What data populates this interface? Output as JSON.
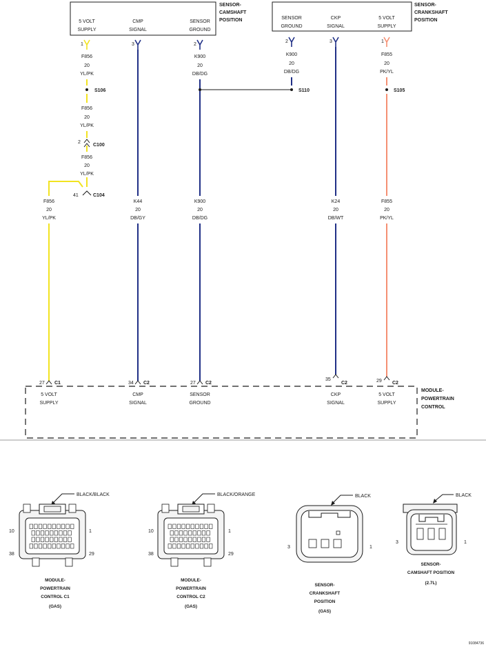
{
  "colors": {
    "yellow": "#f2e320",
    "blue": "#1f2f86",
    "pink": "#f58f72",
    "line": "#1a1a1a",
    "divider": "#999999",
    "connector_fill": "#f4f4f4"
  },
  "components": {
    "cam_sensor": {
      "title_1": "SENSOR-",
      "title_2": "CAMSHAFT",
      "title_3": "POSITION",
      "pins": [
        {
          "label_1": "5 VOLT",
          "label_2": "SUPPLY",
          "pin": "1"
        },
        {
          "label_1": "CMP",
          "label_2": "SIGNAL",
          "pin": "3"
        },
        {
          "label_1": "SENSOR",
          "label_2": "GROUND",
          "pin": "2"
        }
      ]
    },
    "crank_sensor": {
      "title_1": "SENSOR-",
      "title_2": "CRANKSHAFT",
      "title_3": "POSITION",
      "pins": [
        {
          "label_1": "SENSOR",
          "label_2": "GROUND",
          "pin": "2"
        },
        {
          "label_1": "CKP",
          "label_2": "SIGNAL",
          "pin": "3"
        },
        {
          "label_1": "5 VOLT",
          "label_2": "SUPPLY",
          "pin": "1"
        }
      ]
    },
    "pcm": {
      "title_1": "MODULE-",
      "title_2": "POWERTRAIN",
      "title_3": "CONTROL",
      "pins": [
        {
          "pin": "27",
          "conn": "C1",
          "label_1": "5 VOLT",
          "label_2": "SUPPLY"
        },
        {
          "pin": "34",
          "conn": "C2",
          "label_1": "CMP",
          "label_2": "SIGNAL"
        },
        {
          "pin": "27",
          "conn": "C2",
          "label_1": "SENSOR",
          "label_2": "GROUND"
        },
        {
          "pin": "35",
          "conn": "C2",
          "label_1": "CKP",
          "label_2": "SIGNAL"
        },
        {
          "pin": "29",
          "conn": "C2",
          "label_1": "5 VOLT",
          "label_2": "SUPPLY"
        }
      ]
    }
  },
  "wire_labels": {
    "yl_1": {
      "circuit": "F856",
      "gauge": "20",
      "color": "YL/PK"
    },
    "yl_2": {
      "circuit": "F856",
      "gauge": "20",
      "color": "YL/PK"
    },
    "yl_3": {
      "circuit": "F856",
      "gauge": "20",
      "color": "YL/PK"
    },
    "yl_4": {
      "circuit": "F856",
      "gauge": "20",
      "color": "YL/PK"
    },
    "k900_top": {
      "circuit": "K900",
      "gauge": "20",
      "color": "DB/DG"
    },
    "k900_crank": {
      "circuit": "K900",
      "gauge": "20",
      "color": "DB/DG"
    },
    "f855_top": {
      "circuit": "F855",
      "gauge": "20",
      "color": "PK/YL"
    },
    "k44": {
      "circuit": "K44",
      "gauge": "20",
      "color": "DB/GY"
    },
    "k900_bottom": {
      "circuit": "K900",
      "gauge": "20",
      "color": "DB/DG"
    },
    "k24": {
      "circuit": "K24",
      "gauge": "20",
      "color": "DB/WT"
    },
    "f855_bottom": {
      "circuit": "F855",
      "gauge": "20",
      "color": "PK/YL"
    }
  },
  "splices": {
    "s106": "S106",
    "s110": "S110",
    "s105": "S105"
  },
  "connectors": {
    "c100": {
      "name": "C100",
      "pin": "2"
    },
    "c104": {
      "name": "C104",
      "pin": "41"
    }
  },
  "connector_views": [
    {
      "color": "BLACK/BLACK",
      "pin_tl": "10",
      "pin_tr": "1",
      "pin_bl": "38",
      "pin_br": "29",
      "name_1": "MODULE-",
      "name_2": "POWERTRAIN",
      "name_3": "CONTROL C1",
      "name_4": "(GAS)"
    },
    {
      "color": "BLACK/ORANGE",
      "pin_tl": "10",
      "pin_tr": "1",
      "pin_bl": "38",
      "pin_br": "29",
      "name_1": "MODULE-",
      "name_2": "POWERTRAIN",
      "name_3": "CONTROL C2",
      "name_4": "(GAS)"
    },
    {
      "color": "BLACK",
      "pin_l": "3",
      "pin_r": "1",
      "name_1": "SENSOR-",
      "name_2": "CRANKSHAFT",
      "name_3": "POSITION",
      "name_4": "(GAS)"
    },
    {
      "color": "BLACK",
      "pin_l": "3",
      "pin_r": "1",
      "name_1": "SENSOR-",
      "name_2": "CAMSHAFT POSITION",
      "name_3": "(2.7L)"
    }
  ],
  "figure_id": "91084736"
}
